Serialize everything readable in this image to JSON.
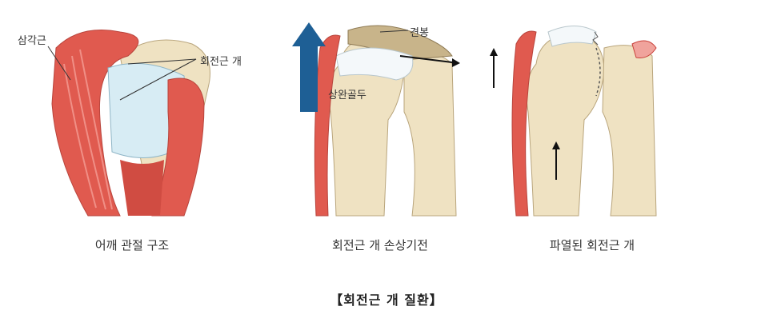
{
  "title": "【회전근 개 질환】",
  "panels": [
    {
      "caption": "어깨 관절 구조",
      "labels": {
        "deltoid": "삼각근",
        "rotator_cuff": "회전근 개"
      }
    },
    {
      "caption": "회전근 개 손상기전",
      "labels": {
        "acromion": "견봉",
        "humeral_head": "상완골두"
      }
    },
    {
      "caption": "파열된 회전근 개",
      "labels": {}
    }
  ],
  "colors": {
    "muscle": "#e05a4f",
    "muscle_dark": "#c9413a",
    "bone": "#efe2c2",
    "bone_edge": "#b9a57c",
    "tendon": "#d7ecf4",
    "arrow_blue": "#1e5f95",
    "text": "#333333"
  }
}
